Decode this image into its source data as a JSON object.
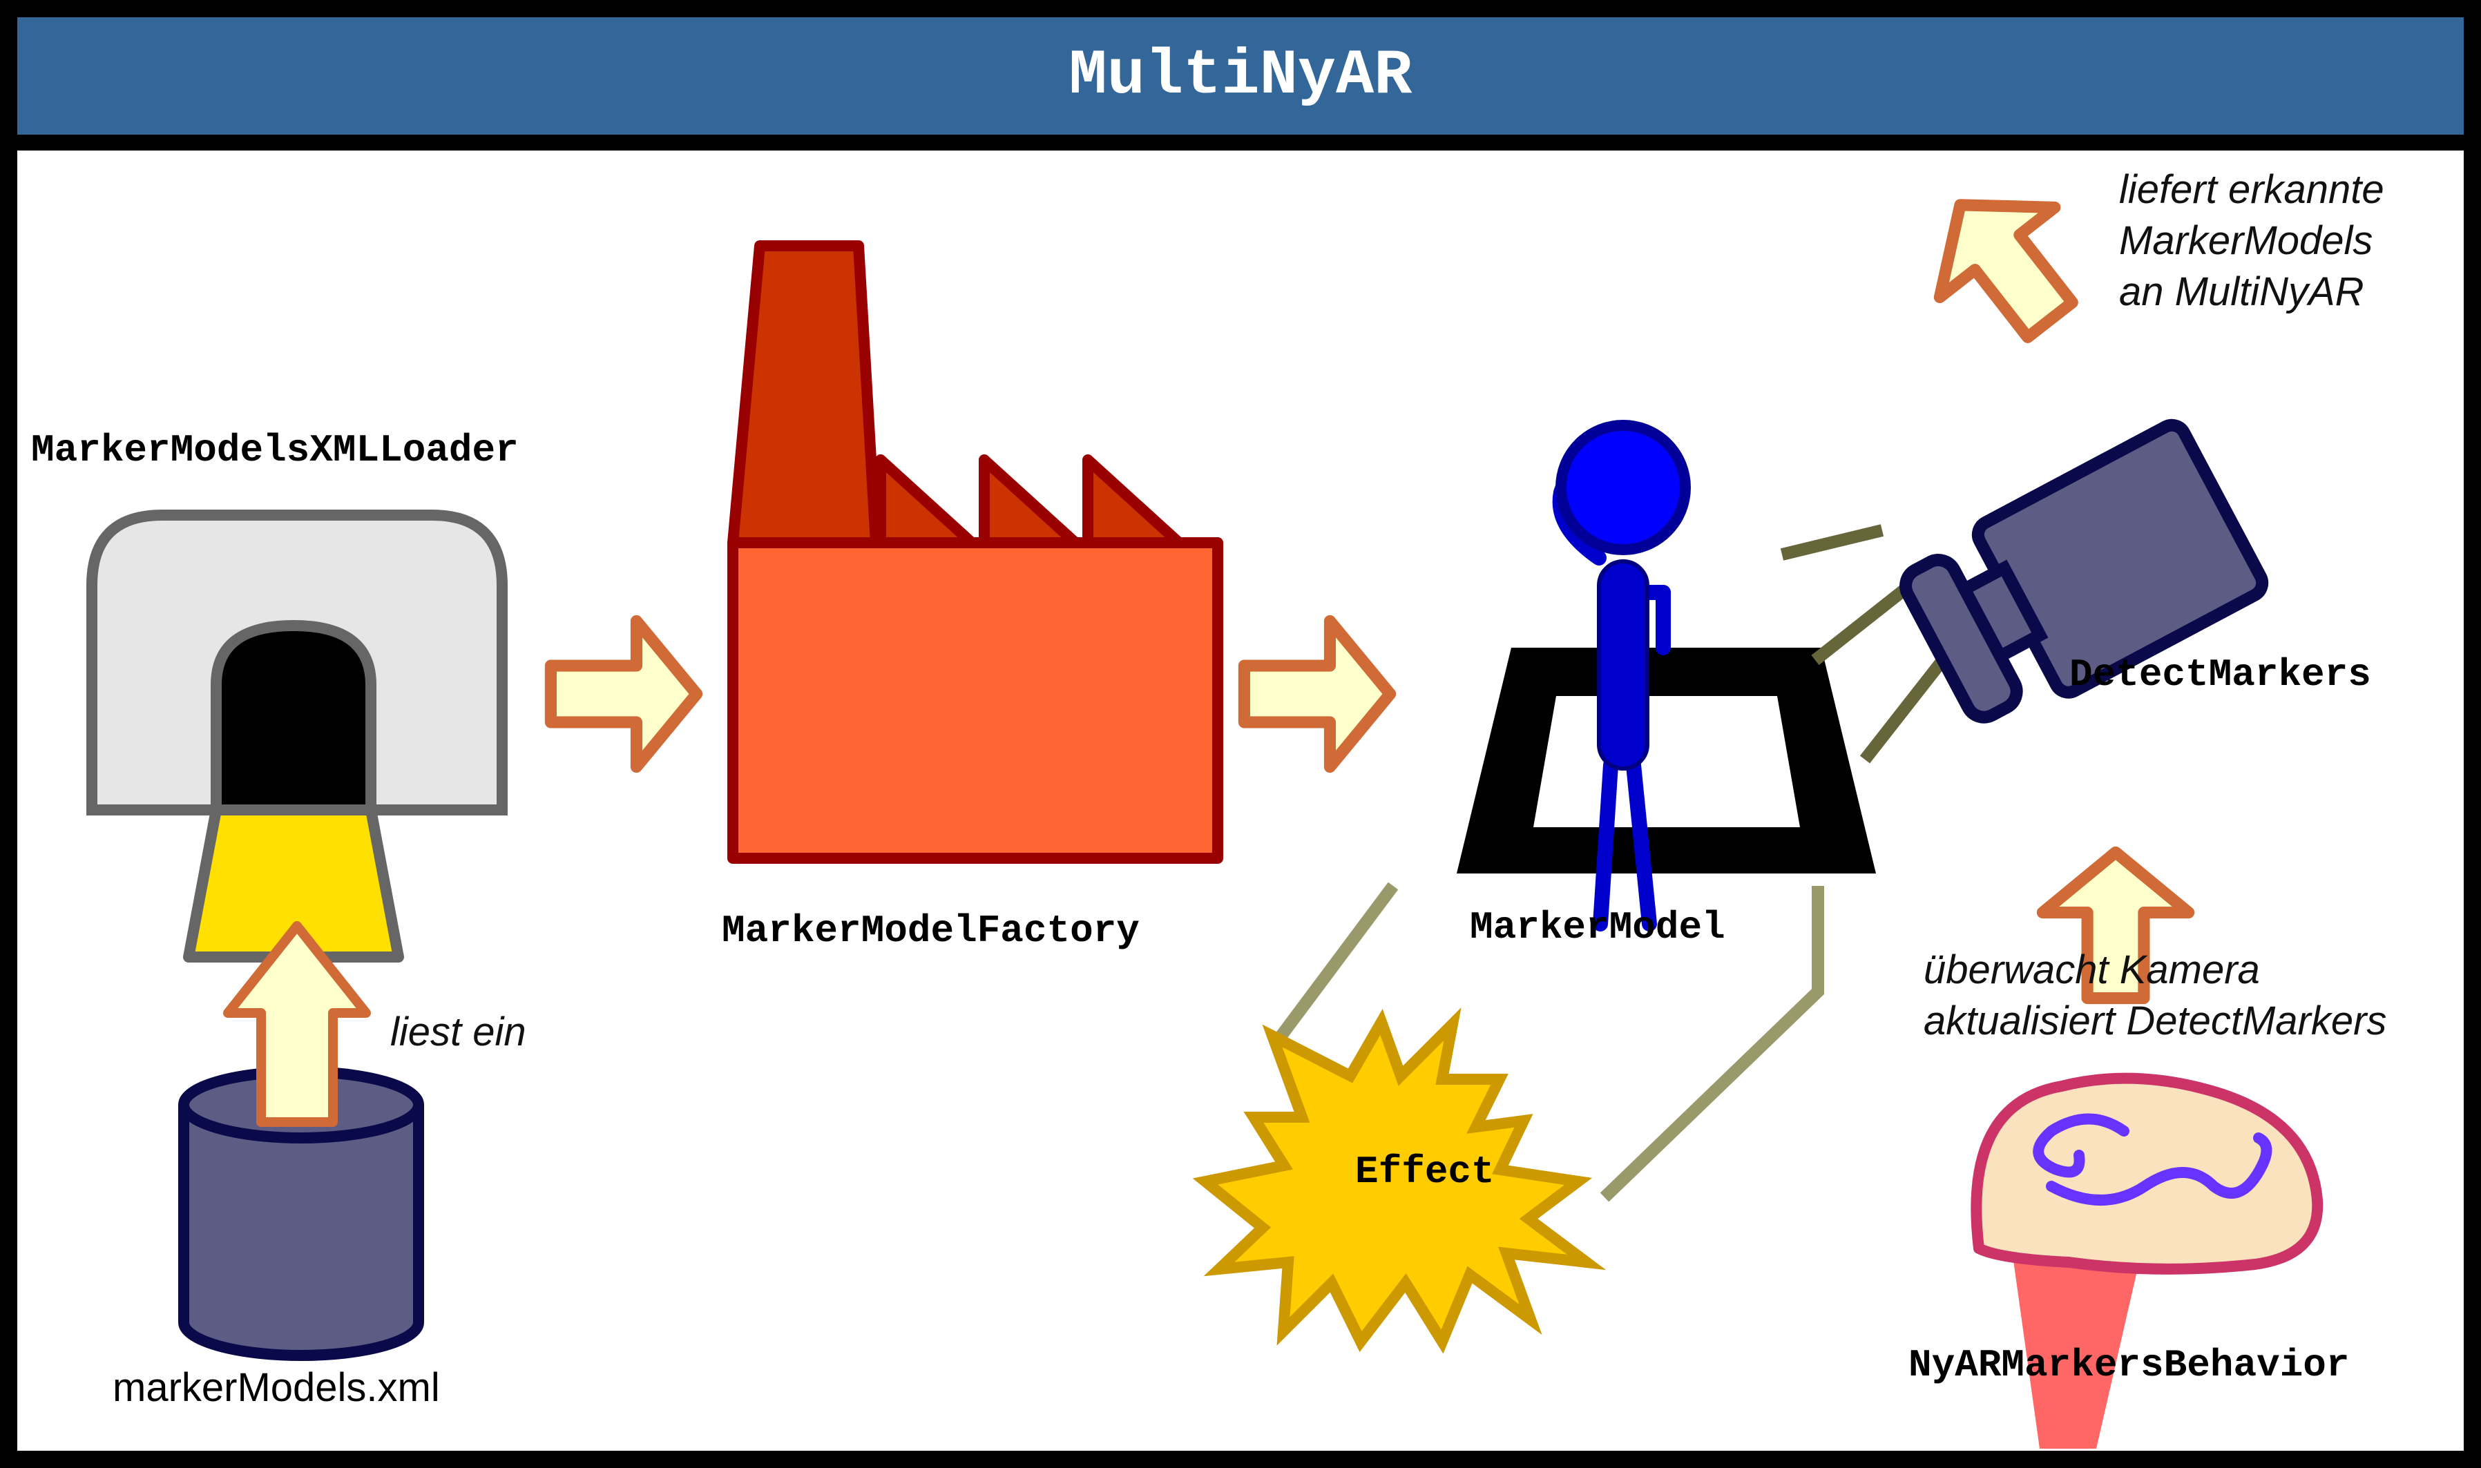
{
  "title": "MultiNyAR",
  "components": {
    "loader": "MarkerModelsXMLLoader",
    "factory": "MarkerModelFactory",
    "model": "MarkerModel",
    "effect": "Effect",
    "detect": "DetectMarkers",
    "behavior": "NyARMarkersBehavior",
    "xml_file": "markerModels.xml"
  },
  "annotations": {
    "reads": "liest ein",
    "delivers": [
      "liefert erkannte",
      "MarkerModels",
      "an MultiNyAR"
    ],
    "monitors": [
      "überwacht Kamera",
      "aktualisiert DetectMarkers"
    ]
  },
  "icons": {
    "loader": "tunnel-icon",
    "xml": "database-cylinder-icon",
    "factory": "factory-icon",
    "model": "marker-person-icon",
    "effect": "explosion-icon",
    "detect": "camera-icon",
    "behavior": "brain-icon",
    "arrows": "block-arrow-icon"
  },
  "colors": {
    "title_bar": "#336699",
    "arrow_fill": "#FFFFCC",
    "arrow_stroke": "#D06A36",
    "factory_body": "#FF6633",
    "factory_chimney": "#CC3300",
    "factory_stroke": "#990000",
    "person": "#0000CC",
    "camera": "#5C5C85",
    "camera_stroke": "#0A0A4A",
    "effect_fill": "#FFCC00",
    "effect_stroke": "#CC9900",
    "link_line": "#99996A",
    "ray_line": "#66663A",
    "brain_fill": "#FBE2BF",
    "brain_stroke": "#CC3366",
    "brain_stem": "#FF6666",
    "brain_swirl": "#6633FF"
  }
}
